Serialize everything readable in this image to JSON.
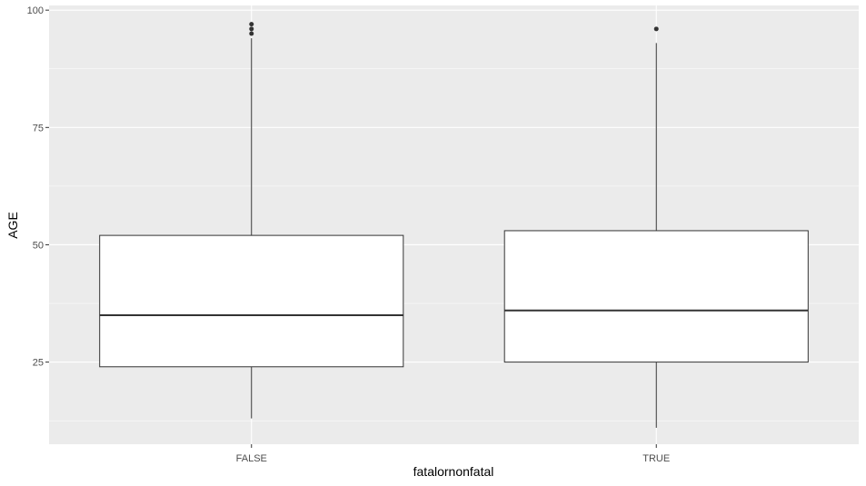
{
  "chart_data": {
    "type": "boxplot",
    "xlabel": "fatalornonfatal",
    "ylabel": "AGE",
    "ylim": [
      7.5,
      101
    ],
    "y_ticks": [
      25,
      50,
      75,
      100
    ],
    "categories": [
      "FALSE",
      "TRUE"
    ],
    "boxes": [
      {
        "category": "FALSE",
        "whisker_low": 13,
        "q1": 24,
        "median": 35,
        "q3": 52,
        "whisker_high": 94,
        "outliers": [
          95,
          96,
          97
        ]
      },
      {
        "category": "TRUE",
        "whisker_low": 11,
        "q1": 25,
        "median": 36,
        "q3": 53,
        "whisker_high": 93,
        "outliers": [
          96
        ]
      }
    ],
    "grid": true,
    "colors": {
      "panel": "#ebebeb",
      "grid": "#ffffff",
      "box_fill": "#ffffff",
      "line": "#333333",
      "outlier": "#333333"
    }
  }
}
